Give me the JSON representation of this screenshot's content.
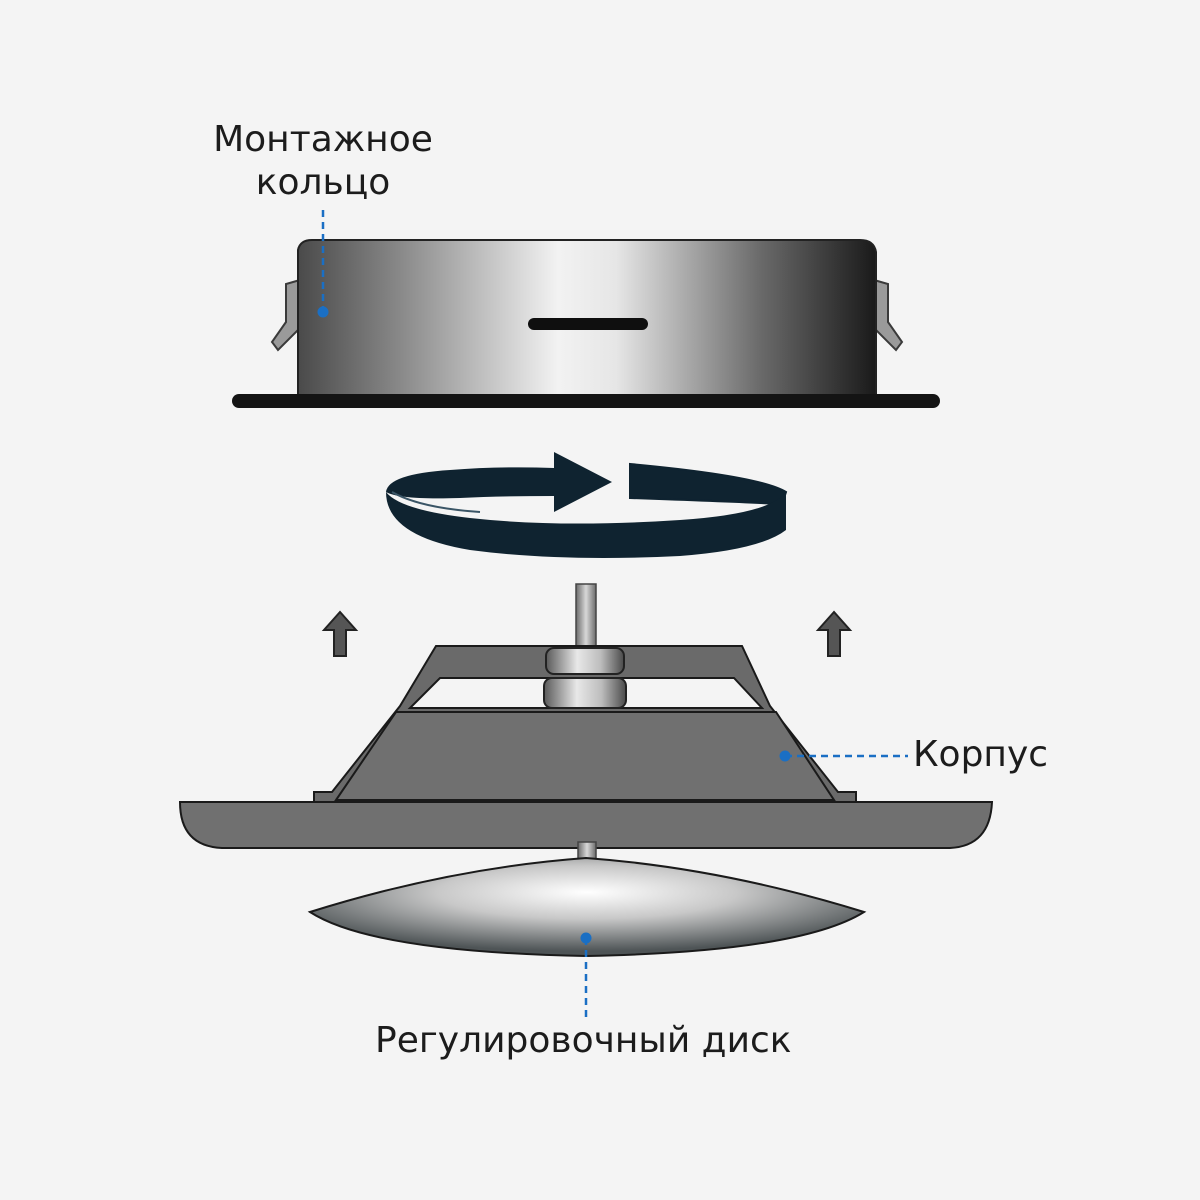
{
  "labels": {
    "ring_line1": "Монтажное",
    "ring_line2": "кольцо",
    "body": "Корпус",
    "disc": "Регулировочный диск"
  },
  "colors": {
    "background": "#f4f4f4",
    "leader": "#1a6fc4",
    "body_gray": "#707070",
    "arrow_dark": "#0f2330",
    "outline": "#1a1a1a"
  }
}
